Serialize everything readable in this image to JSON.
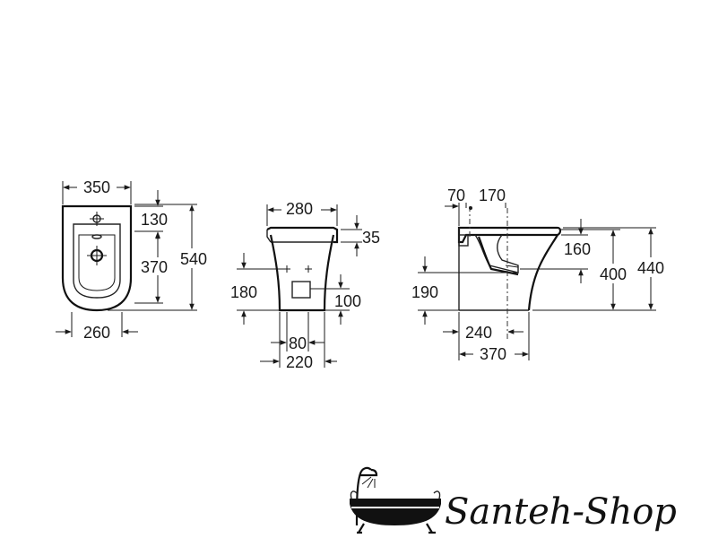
{
  "front_view": {
    "width_top": "350",
    "top_to_hole": "130",
    "total_height": "540",
    "bowl_depth": "370",
    "width_bottom": "260"
  },
  "back_view": {
    "top_width": "280",
    "rim_drop": "35",
    "fixing_height": "180",
    "outlet_height": "100",
    "fixing_spacing": "80",
    "base_width": "220"
  },
  "side_view": {
    "inlet_offset": "70",
    "tap_offset": "170",
    "rim_depth": "160",
    "rim_height": "400",
    "total_height": "440",
    "outlet_height": "190",
    "outlet_distance": "240",
    "base_depth": "370"
  },
  "logo": {
    "text": "Santeh-Shop",
    "icon": "bathtub-shower-icon"
  }
}
